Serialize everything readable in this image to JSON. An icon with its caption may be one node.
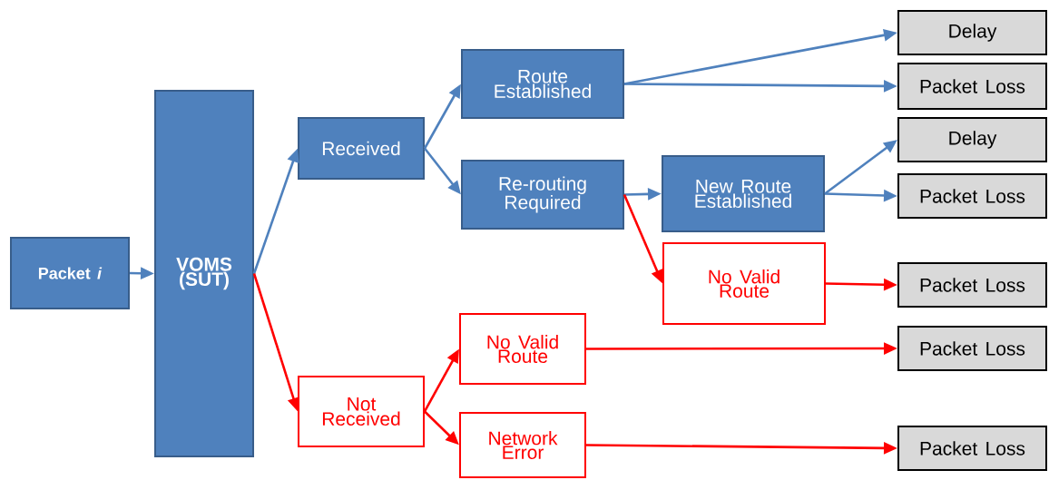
{
  "diagram": {
    "nodes": [
      {
        "text": [
          "Packet *i*"
        ]
      },
      {
        "text": [
          "VOMS (SUT)"
        ]
      },
      {
        "text": [
          "Received"
        ]
      },
      {
        "text": [
          "Not Received"
        ]
      },
      {
        "text": [
          "Route Established"
        ]
      },
      {
        "text": [
          "Re-routing Required"
        ]
      },
      {
        "text": [
          "No Valid Route"
        ]
      },
      {
        "text": [
          "Network Error"
        ]
      },
      {
        "text": [
          "New Route Established"
        ]
      },
      {
        "text": [
          "No Valid Route"
        ]
      },
      {
        "text": [
          "Delay"
        ]
      },
      {
        "text": [
          "Packet Loss"
        ]
      },
      {
        "text": [
          "Delay"
        ]
      },
      {
        "text": [
          "Packet Loss"
        ]
      },
      {
        "text": [
          "Packet Loss"
        ]
      },
      {
        "text": [
          "Packet Loss"
        ]
      },
      {
        "text": [
          "Packet Loss"
        ]
      }
    ],
    "edges": [
      {
        "from": 0,
        "to": 1,
        "arrow": "to"
      },
      {
        "from": 1,
        "to": 2,
        "arrow": "to"
      },
      {
        "from": 1,
        "to": 3,
        "arrow": "to",
        "color": "#ff0000"
      },
      {
        "from": 2,
        "to": 4,
        "arrow": "to"
      },
      {
        "from": 2,
        "to": 5,
        "arrow": "to"
      },
      {
        "from": 3,
        "to": 6,
        "arrow": "to",
        "color": "#ff0000"
      },
      {
        "from": 3,
        "to": 7,
        "arrow": "to",
        "color": "#ff0000"
      },
      {
        "from": 4,
        "to": 10,
        "arrow": "to"
      },
      {
        "from": 4,
        "to": 11,
        "arrow": "to"
      },
      {
        "from": 5,
        "to": 8,
        "arrow": "to"
      },
      {
        "from": 5,
        "to": 9,
        "arrow": "to",
        "color": "#ff0000"
      },
      {
        "from": 8,
        "to": 12,
        "arrow": "to"
      },
      {
        "from": 8,
        "to": 13,
        "arrow": "to"
      },
      {
        "from": 9,
        "to": 14,
        "arrow": "to",
        "color": "#ff0000"
      },
      {
        "from": 6,
        "to": 15,
        "arrow": "to",
        "color": "#ff0000"
      },
      {
        "from": 7,
        "to": 16,
        "arrow": "to",
        "color": "#ff0000"
      }
    ]
  }
}
